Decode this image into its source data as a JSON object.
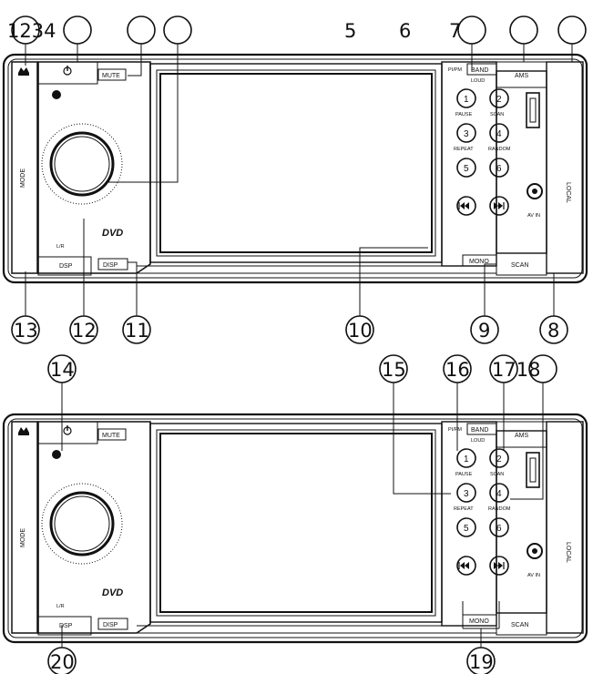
{
  "callouts_top": [
    "1234",
    "5",
    "6",
    "7"
  ],
  "callouts_mid": [
    "13",
    "12",
    "11",
    "10",
    "9",
    "8"
  ],
  "callouts_low": [
    "14",
    "15",
    "16",
    "1718"
  ],
  "callouts_bottom": [
    "20",
    "19"
  ],
  "panel": {
    "mute": "MUTE",
    "band": "BAND",
    "pm": "PI/PM",
    "loud": "LOUD",
    "ams": "AMS",
    "mode": "MODE",
    "local": "LOCAL",
    "dsp": "DSP",
    "disp": "DISP",
    "mono": "MONO",
    "scan": "SCAN",
    "lr": "L/R",
    "dvd": "DVD",
    "keys": [
      "1",
      "2",
      "3",
      "4",
      "5",
      "6"
    ],
    "key_labels": [
      "PAUSE",
      "SCAN",
      "REPEAT",
      "RANDOM"
    ],
    "auxin": "AV IN"
  }
}
